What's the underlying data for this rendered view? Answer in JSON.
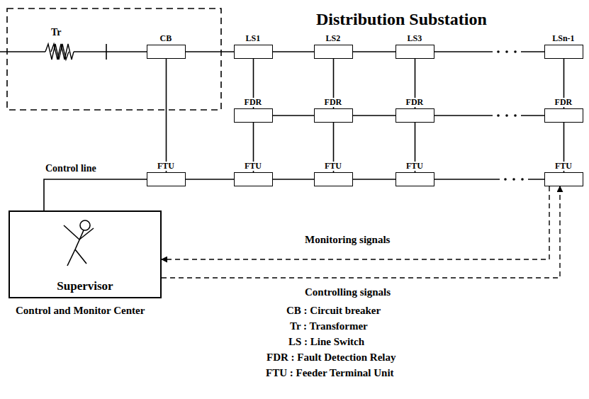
{
  "diagram": {
    "title": "Distribution Substation",
    "nodes": [
      {
        "text": [
          "CB"
        ]
      },
      {
        "text": [
          "LS1"
        ]
      },
      {
        "text": [
          "LS2"
        ]
      },
      {
        "text": [
          "LS3"
        ]
      },
      {
        "text": [
          "LSn-1"
        ]
      },
      {
        "text": [
          "FDR"
        ]
      },
      {
        "text": [
          "FDR"
        ]
      },
      {
        "text": [
          "FDR"
        ]
      },
      {
        "text": [
          "FDR"
        ]
      },
      {
        "text": [
          "FTU"
        ]
      },
      {
        "text": [
          "FTU"
        ]
      },
      {
        "text": [
          "FTU"
        ]
      },
      {
        "text": [
          "FTU"
        ]
      },
      {
        "text": [
          "FTU"
        ]
      },
      {
        "text": [
          "Supervisor"
        ]
      }
    ],
    "edges": [
      {
        "from": 0,
        "to": 1,
        "arrow": "none"
      },
      {
        "from": 1,
        "to": 2,
        "arrow": "none"
      },
      {
        "from": 2,
        "to": 3,
        "arrow": "none"
      },
      {
        "from": 3,
        "to": 4,
        "arrow": "none"
      },
      {
        "from": 0,
        "to": 9,
        "arrow": "none"
      },
      {
        "from": 1,
        "to": 5,
        "arrow": "none"
      },
      {
        "from": 2,
        "to": 6,
        "arrow": "none"
      },
      {
        "from": 3,
        "to": 7,
        "arrow": "none"
      },
      {
        "from": 4,
        "to": 8,
        "arrow": "none"
      },
      {
        "from": 5,
        "to": 6,
        "arrow": "none"
      },
      {
        "from": 6,
        "to": 7,
        "arrow": "none"
      },
      {
        "from": 7,
        "to": 8,
        "arrow": "none"
      },
      {
        "from": 5,
        "to": 10,
        "arrow": "none"
      },
      {
        "from": 6,
        "to": 11,
        "arrow": "none"
      },
      {
        "from": 7,
        "to": 12,
        "arrow": "none"
      },
      {
        "from": 8,
        "to": 13,
        "arrow": "none"
      },
      {
        "from": 9,
        "to": 10,
        "arrow": "none"
      },
      {
        "from": 10,
        "to": 11,
        "arrow": "none"
      },
      {
        "from": 11,
        "to": 12,
        "arrow": "none"
      },
      {
        "from": 12,
        "to": 13,
        "arrow": "none"
      },
      {
        "from": 14,
        "to": 9,
        "label": "Control line",
        "arrow": "none"
      },
      {
        "from": 13,
        "to": 14,
        "label": "Monitoring signals",
        "arrow": "to"
      },
      {
        "from": 14,
        "to": 13,
        "label": "Controlling signals",
        "arrow": "to"
      }
    ],
    "labels": [
      "Tr",
      "Control and Monitor Center",
      "CB : Circuit breaker",
      "Tr : Transformer",
      "LS : Line Switch",
      "FDR : Fault Detection Relay",
      "FTU : Feeder Terminal Unit"
    ]
  }
}
